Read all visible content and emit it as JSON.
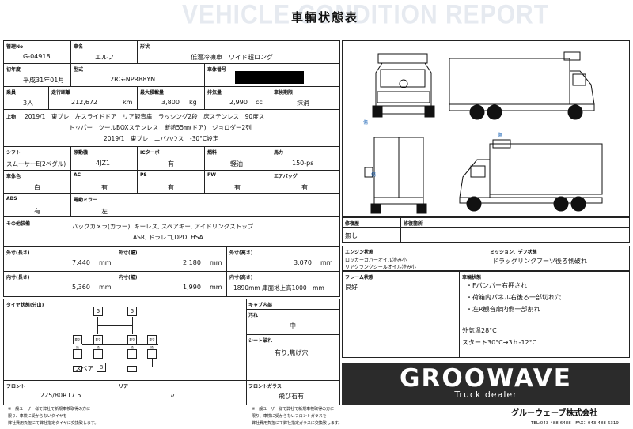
{
  "header": {
    "watermark": "VEHICLE CONDITION REPORT",
    "title": "車輌状態表"
  },
  "row1": {
    "mgmt_label": "管理No",
    "mgmt_value": "G-04918",
    "name_label": "車名",
    "name_value": "エルフ",
    "shape_label": "形状",
    "shape_value": "低温冷凍車　ワイド超ロング"
  },
  "row2": {
    "reg_label": "初年度",
    "reg_value": "平成31年01月",
    "model_label": "型式",
    "model_value": "2RG-NPR88YN",
    "chassis_label": "車体番号"
  },
  "row3": {
    "seats_label": "乗員",
    "seats_value": "3人",
    "mileage_label": "走行距離",
    "mileage_value": "212,672",
    "mileage_unit": "km",
    "load_label": "最大積載量",
    "load_value": "3,800",
    "load_unit": "kg",
    "disp_label": "排気量",
    "disp_value": "2,990",
    "disp_unit": "cc",
    "inspect_label": "車検期限",
    "inspect_value": "抹消"
  },
  "upper": {
    "label": "上物",
    "line1": "2019/1　東プレ　左スライドドア　リア観音扉　ラッシング2段　床ステンレス　90度ス",
    "line2": "トッパー　ツールBOXステンレス　断熱55㎜(ドア)　ジョロダー2列",
    "line3": "2019/1　東プレ　エバハウス　-30°C設定"
  },
  "row5": {
    "shift_label": "シフト",
    "shift_value": "スムーサーE(2ペダル)",
    "engine_label": "原動機",
    "engine_value": "4JZ1",
    "ic_label": "ICターボ",
    "ic_value": "有",
    "fuel_label": "燃料",
    "fuel_value": "軽油",
    "hp_label": "馬力",
    "hp_value": "150-ps"
  },
  "row6": {
    "color_label": "車体色",
    "color_value": "白",
    "ac_label": "AC",
    "ac_value": "有",
    "ps_label": "PS",
    "ps_value": "有",
    "pw_label": "PW",
    "pw_value": "有",
    "airbag_label": "エアバッグ",
    "airbag_value": "有"
  },
  "row7": {
    "abs_label": "ABS",
    "abs_value": "有",
    "mirror_label": "電動ミラー",
    "mirror_value": "左"
  },
  "equip": {
    "label": "その他装備",
    "line1": "バックカメラ(カラー), キーレス, スペアキー, アイドリングストップ",
    "line2": "ASR, ドラレコ,DPD, HSA"
  },
  "outer": {
    "len_label": "外寸(長さ)",
    "len_value": "7,440",
    "len_unit": "mm",
    "wid_label": "外寸(幅)",
    "wid_value": "2,180",
    "wid_unit": "mm",
    "hgt_label": "外寸(高さ)",
    "hgt_value": "3,070",
    "hgt_unit": "mm"
  },
  "inner": {
    "len_label": "内寸(長さ)",
    "len_value": "5,360",
    "len_unit": "mm",
    "wid_label": "内寸(幅)",
    "wid_value": "1,990",
    "wid_unit": "mm",
    "hgt_label": "内寸(高さ)",
    "hgt_value": "1890mm 庫面地上高1000　mm"
  },
  "tire": {
    "label": "タイヤ状態(分山)",
    "front_left": "5",
    "front_right": "5",
    "spare_label": "スペア",
    "spare_value": "8",
    "small_label": "要交換",
    "front_label": "フロント",
    "front_value": "225/80R17.5",
    "rear_label": "リア",
    "rear_value": "〃"
  },
  "cabin": {
    "label": "キャブ内部",
    "dirt_label": "汚れ",
    "dirt_value": "中",
    "seat_label": "シート破れ",
    "seat_value": "有り,焦げ穴"
  },
  "glass": {
    "label": "フロントガラス",
    "value": "飛び石有"
  },
  "note": {
    "line1": "※一般ユーザー様で弊社で新規車検取得の方に",
    "line2": "限り、車検に受からないタイヤを",
    "line3": "弊社費用負担にて弊社指定タイヤに交換致します。",
    "g_line1": "※一般ユーザー様で弊社で新規車検取得の方に",
    "g_line2": "限り、車検に受からないフロントガラスを",
    "g_line3": "弊社費用負担にて弊社指定ガラスに交換致します。"
  },
  "diagram": {
    "damage1": "傷",
    "damage2": "傷",
    "damage3": "傷"
  },
  "repair": {
    "hist_label": "修復歴",
    "hist_value": "無し",
    "place_label": "修復箇所"
  },
  "engine_state": {
    "label": "エンジン状態",
    "line1": "ロッカーカバーオイル滲み小",
    "line2": "リアクランクシールオイル滲み小",
    "mission_label": "ミッション、デフ状態",
    "mission_value": "ドラッグリンクブーツ後ろ側破れ"
  },
  "frame": {
    "label": "フレーム状態",
    "value": "良好",
    "body_label": "車輌状態",
    "body1": "・Fバンパー右押され",
    "body2": "・荷箱内パネル右後ろ一部切れ穴",
    "body3": "・左R観音扉内側一部割れ",
    "temp1": "外気温28°C",
    "temp2": "スタート30°C→3ｈ-12°C"
  },
  "company": {
    "logo": "GROOWAVE",
    "tagline": "Truck dealer",
    "name": "グルーウェーブ株式会社",
    "contact": "TEL:043-488-6488　FAX：043-488-6319"
  }
}
